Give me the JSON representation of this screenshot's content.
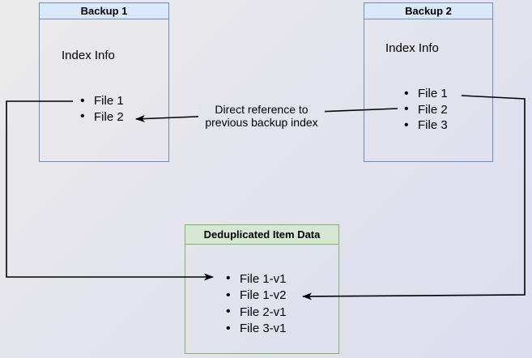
{
  "backup1": {
    "title": "Backup 1",
    "body_label": "Index Info",
    "files": [
      "File 1",
      "File 2"
    ]
  },
  "backup2": {
    "title": "Backup 2",
    "body_label": "Index Info",
    "files": [
      "File 1",
      "File 2",
      "File 3"
    ]
  },
  "dedup": {
    "title": "Deduplicated Item Data",
    "files": [
      "File 1-v1",
      "File 1-v2",
      "File 2-v1",
      "File 3-v1"
    ]
  },
  "annotation": {
    "line1": "Direct reference to",
    "line2": "previous backup index"
  },
  "arrows": [
    {
      "from": "backup1-file-1",
      "to": "dedup-file-1-v1",
      "label": ""
    },
    {
      "from": "backup2-file-1",
      "to": "dedup-file-1-v2",
      "label": ""
    },
    {
      "from": "backup2-file-2",
      "to": "backup1-index",
      "label": "Direct reference to previous backup index"
    }
  ],
  "colors": {
    "blue_fill": "#dae8fc",
    "blue_border": "#6c8ebf",
    "green_fill": "#d5e8d4",
    "green_border": "#82b366",
    "arrow": "#000000"
  }
}
